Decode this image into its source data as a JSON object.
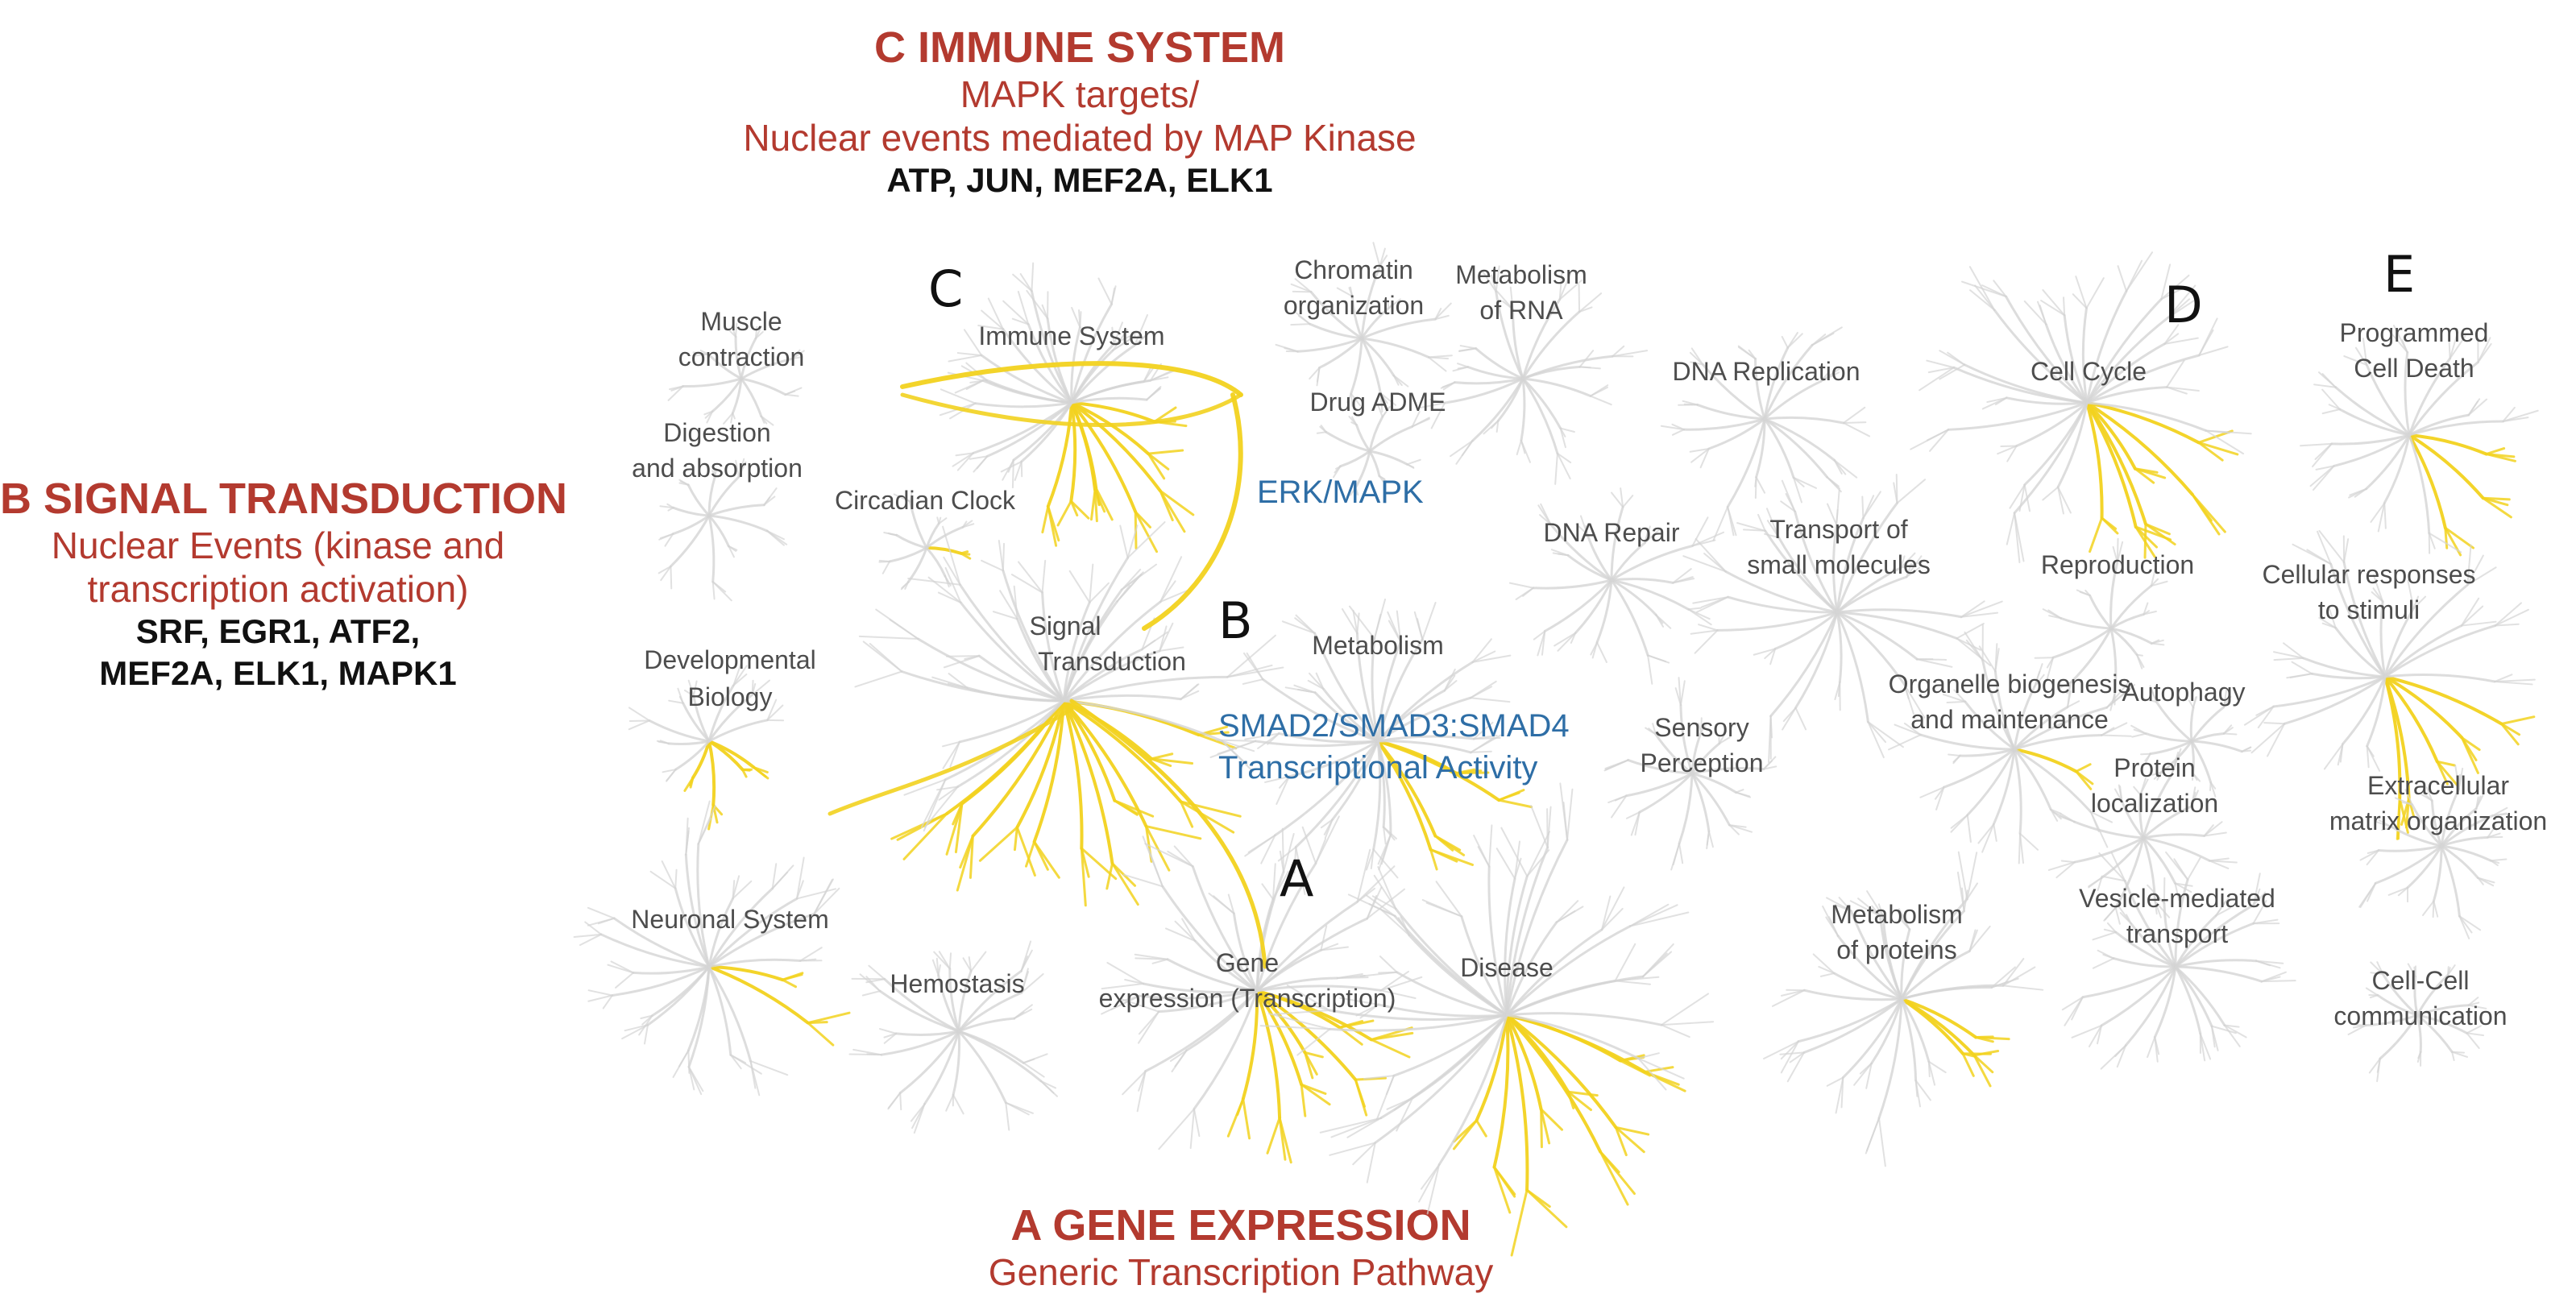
{
  "annotations": {
    "c": {
      "title": "C IMMUNE SYSTEM",
      "lines": [
        "MAPK targets/",
        "Nuclear events mediated by MAP Kinase"
      ],
      "genes": "ATP, JUN, MEF2A, ELK1"
    },
    "b": {
      "title": "B SIGNAL TRANSDUCTION",
      "lines": [
        "Nuclear Events (kinase and",
        "transcription activation)"
      ],
      "genes": [
        "SRF, EGR1, ATF2,",
        "MEF2A, ELK1, MAPK1"
      ]
    },
    "a": {
      "title": "A GENE EXPRESSION",
      "lines": [
        "Generic Transcription Pathway"
      ]
    }
  },
  "pathway_labels": {
    "muscle_contraction": [
      "Muscle",
      "contraction"
    ],
    "digestion": [
      "Digestion",
      "and absorption"
    ],
    "immune_system": "Immune System",
    "chromatin": [
      "Chromatin",
      "organization"
    ],
    "metabolism_rna": [
      "Metabolism",
      "of RNA"
    ],
    "drug_adme": "Drug ADME",
    "circadian": "Circadian Clock",
    "signal_transduction": [
      "Signal",
      "Transduction"
    ],
    "developmental": [
      "Developmental",
      "Biology"
    ],
    "metabolism": "Metabolism",
    "dna_replication": "DNA Replication",
    "dna_repair": "DNA Repair",
    "transport_small": [
      "Transport of",
      "small molecules"
    ],
    "cell_cycle": "Cell Cycle",
    "reproduction": "Reproduction",
    "programmed_death": [
      "Programmed",
      "Cell Death"
    ],
    "cellular_responses": [
      "Cellular responses",
      "to stimuli"
    ],
    "sensory": [
      "Sensory",
      "Perception"
    ],
    "organelle": [
      "Organelle biogenesis",
      "and maintenance"
    ],
    "autophagy": "Autophagy",
    "protein_localization": [
      "Protein",
      "localization"
    ],
    "ecm": [
      "Extracellular",
      "matrix organization"
    ],
    "neuronal": "Neuronal System",
    "hemostasis": "Hemostasis",
    "gene_expression": [
      "Gene",
      "expression (Transcription)"
    ],
    "disease": "Disease",
    "metabolism_proteins": [
      "Metabolism",
      "of proteins"
    ],
    "vesicle": [
      "Vesicle-mediated",
      "transport"
    ],
    "cell_cell": [
      "Cell-Cell",
      "communication"
    ]
  },
  "overlay_labels": {
    "erk_mapk": "ERK/MAPK",
    "smad_line1": "SMAD2/SMAD3:SMAD4",
    "smad_line2": "Transcriptional Activity"
  },
  "letters": {
    "a": "A",
    "b": "B",
    "c": "C",
    "d": "D",
    "e": "E"
  },
  "colors": {
    "annotation_red": "#b33a2f",
    "overlay_blue": "#2e6ea6",
    "highlight_yellow": "#f2d21f",
    "tree_gray": "#d4d4d4"
  }
}
